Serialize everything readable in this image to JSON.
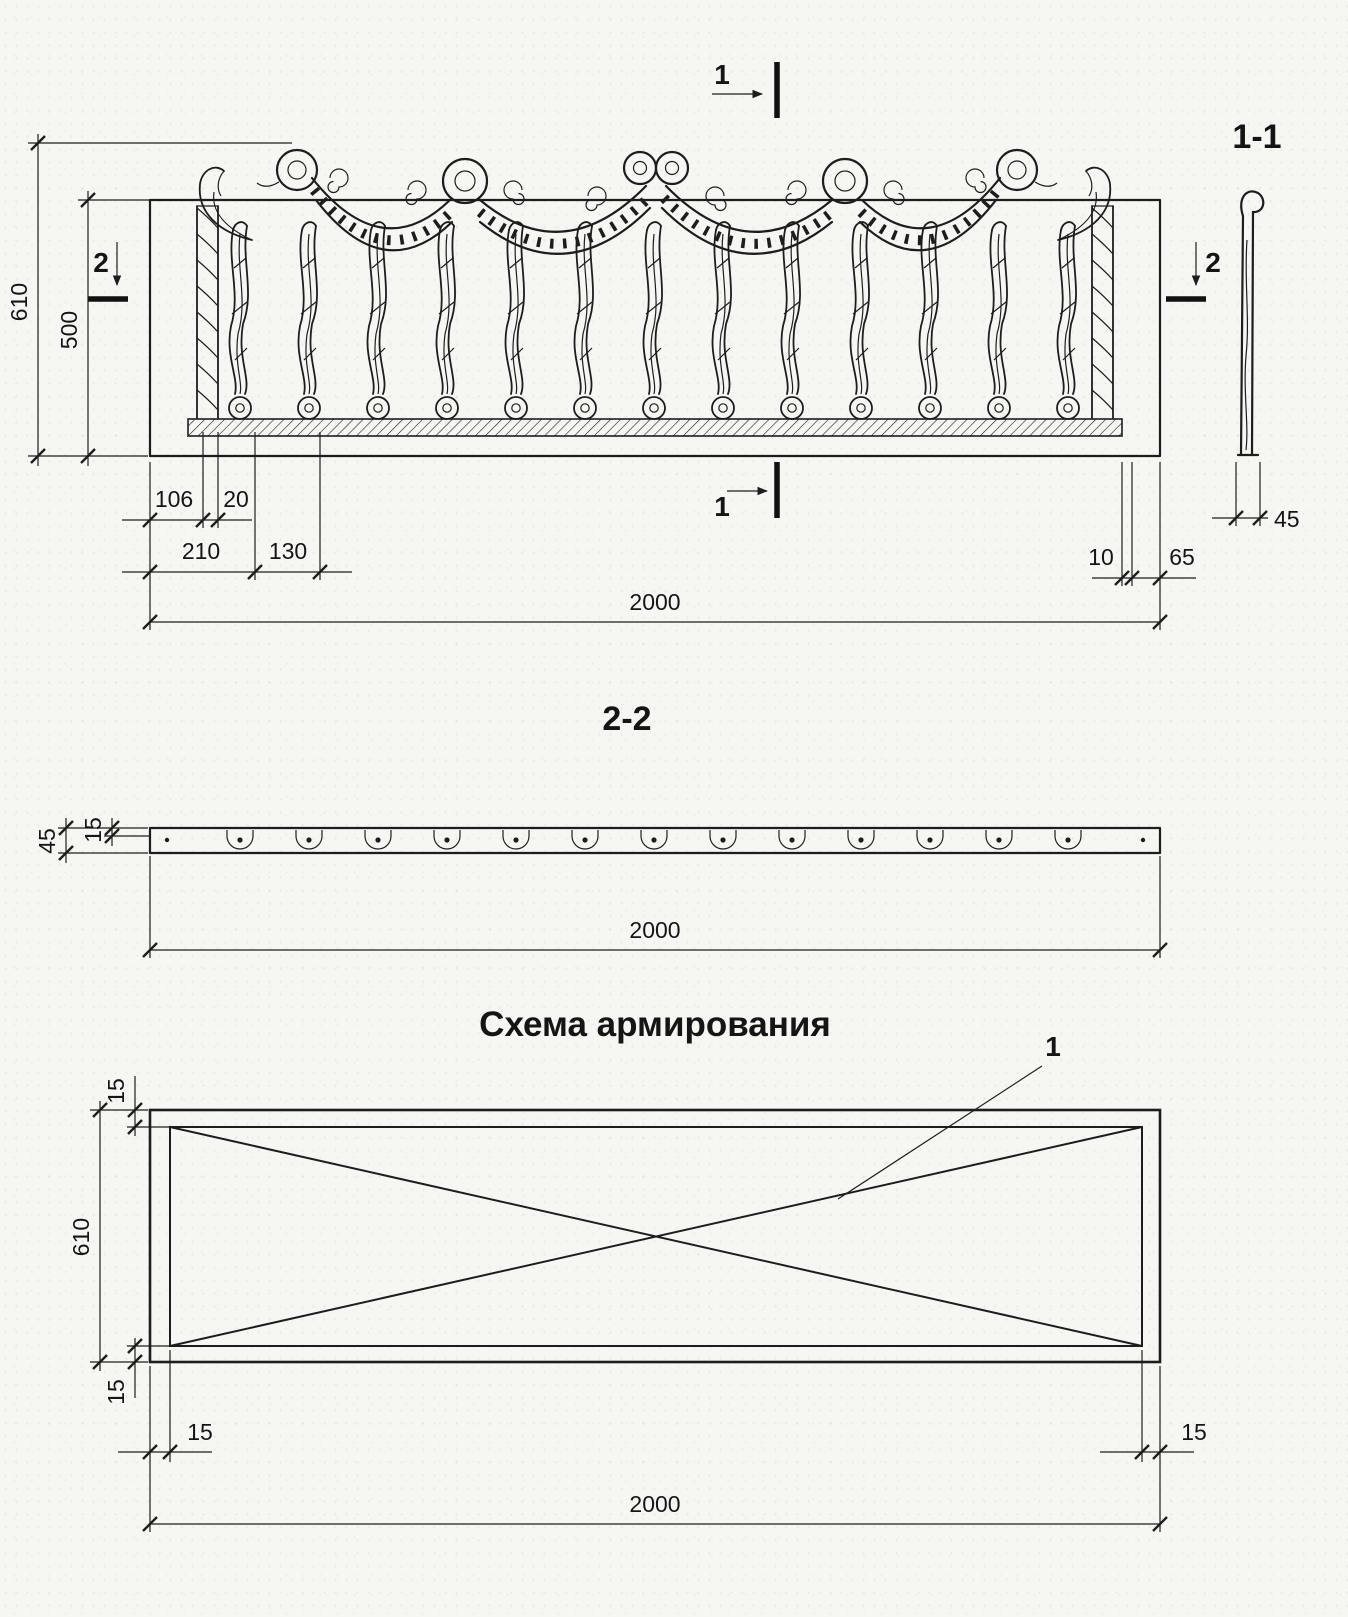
{
  "drawing": {
    "elevation": {
      "view_label": "1-1",
      "section_top_label": "1",
      "section_bottom_label": "1",
      "section_left_label": "2",
      "section_right_label": "2",
      "dim_height_overall": "610",
      "dim_height_panel": "500",
      "dim_106": "106",
      "dim_20": "20",
      "dim_210": "210",
      "dim_130": "130",
      "dim_10": "10",
      "dim_65": "65",
      "dim_45": "45",
      "dim_width": "2000"
    },
    "section_2_2": {
      "title": "2-2",
      "dim_45": "45",
      "dim_15": "15",
      "dim_width": "2000"
    },
    "reinforcement": {
      "title": "Схема армирования",
      "callout": "1",
      "dim_height": "610",
      "dim_top": "15",
      "dim_bottom": "15",
      "dim_left": "15",
      "dim_right": "15",
      "dim_width": "2000"
    },
    "colors": {
      "ink": "#1d1d1b",
      "paper": "#f6f6f2"
    }
  }
}
